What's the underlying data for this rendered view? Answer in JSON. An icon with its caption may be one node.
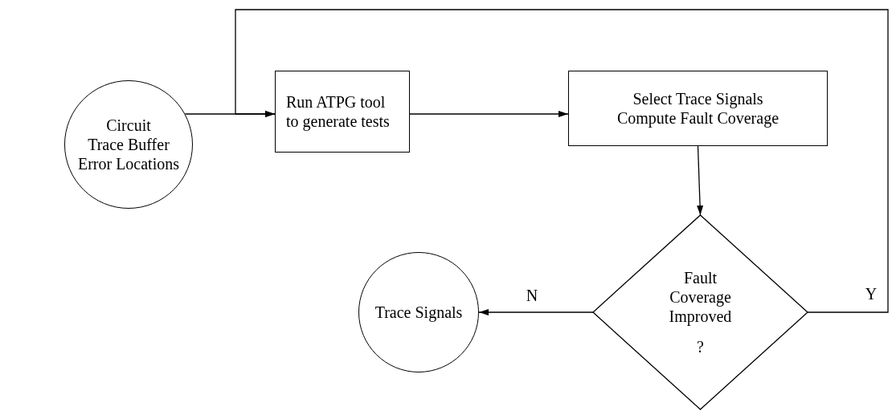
{
  "diagram": {
    "nodes": [
      {
        "text": [
          "Circuit",
          "Trace Buffer",
          "Error Locations"
        ]
      },
      {
        "text": [
          "Run ATPG tool to generate tests"
        ]
      },
      {
        "text": [
          "Select Trace Signals",
          "Compute Fault Coverage"
        ]
      },
      {
        "text": [
          "Fault Coverage Improved",
          "?"
        ]
      },
      {
        "text": [
          "Trace Signals"
        ]
      }
    ],
    "edges": [
      {
        "from": 0,
        "to": 1,
        "arrow": "to"
      },
      {
        "from": 1,
        "to": 2,
        "arrow": "to"
      },
      {
        "from": 2,
        "to": 3,
        "arrow": "to"
      },
      {
        "from": 3,
        "to": 4,
        "arrow": "to",
        "label": "N"
      },
      {
        "from": 3,
        "to": 1,
        "arrow": "to",
        "label": "Y"
      }
    ]
  }
}
